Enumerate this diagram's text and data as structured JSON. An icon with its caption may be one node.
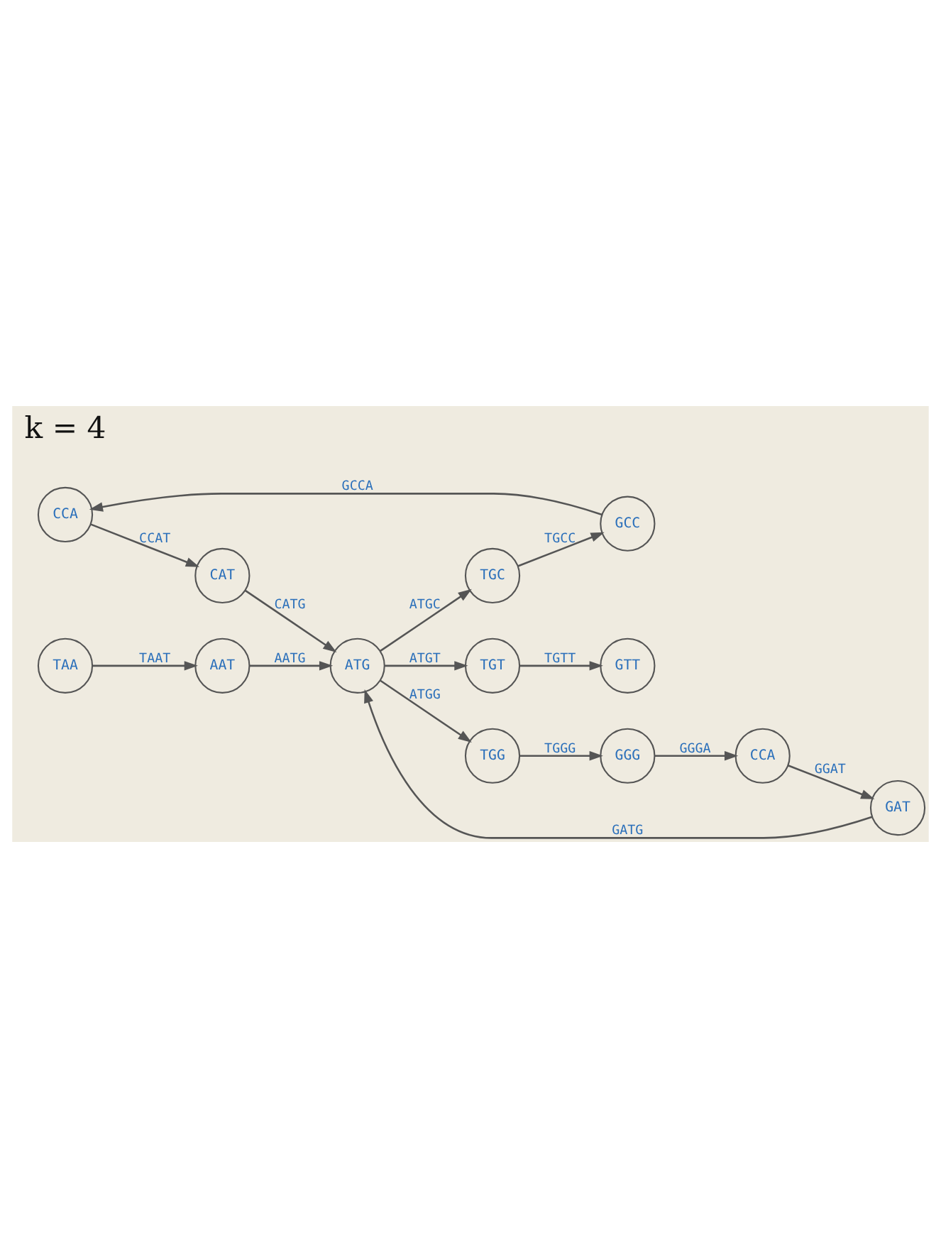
{
  "diagram": {
    "nodes": [
      {
        "text": [
          "CCA"
        ]
      },
      {
        "text": [
          "CAT"
        ]
      },
      {
        "text": [
          "GCC"
        ]
      },
      {
        "text": [
          "TGC"
        ]
      },
      {
        "text": [
          "TAA"
        ]
      },
      {
        "text": [
          "AAT"
        ]
      },
      {
        "text": [
          "ATG"
        ]
      },
      {
        "text": [
          "TGT"
        ]
      },
      {
        "text": [
          "GTT"
        ]
      },
      {
        "text": [
          "TGG"
        ]
      },
      {
        "text": [
          "GAT"
        ]
      },
      {
        "text": [
          "GGG"
        ]
      },
      {
        "text": [
          "CCA"
        ]
      }
    ],
    "edges": [
      {
        "from": 0,
        "to": 1,
        "arrow": "to",
        "label": "CCAT"
      },
      {
        "from": 2,
        "to": 0,
        "arrow": "to",
        "label": "GCCA"
      },
      {
        "from": 1,
        "to": 6,
        "arrow": "to",
        "label": "CATG"
      },
      {
        "from": 3,
        "to": 2,
        "arrow": "to",
        "label": "TGCC"
      },
      {
        "from": 4,
        "to": 5,
        "arrow": "to",
        "label": "TAAT"
      },
      {
        "from": 5,
        "to": 6,
        "arrow": "to",
        "label": "AATG"
      },
      {
        "from": 6,
        "to": 3,
        "arrow": "to",
        "label": "ATGC"
      },
      {
        "from": 6,
        "to": 7,
        "arrow": "to",
        "label": "ATGT"
      },
      {
        "from": 7,
        "to": 8,
        "arrow": "to",
        "label": "TGTT"
      },
      {
        "from": 6,
        "to": 9,
        "arrow": "to",
        "label": "ATGG"
      },
      {
        "from": 9,
        "to": 11,
        "arrow": "to",
        "label": "TGGG"
      },
      {
        "from": 11,
        "to": 12,
        "arrow": "to",
        "label": "GGGA"
      },
      {
        "from": 12,
        "to": 10,
        "arrow": "to",
        "label": "GGAT"
      },
      {
        "from": 10,
        "to": 6,
        "arrow": "to",
        "label": "GATG"
      }
    ],
    "labels": [
      "k = 4"
    ]
  }
}
